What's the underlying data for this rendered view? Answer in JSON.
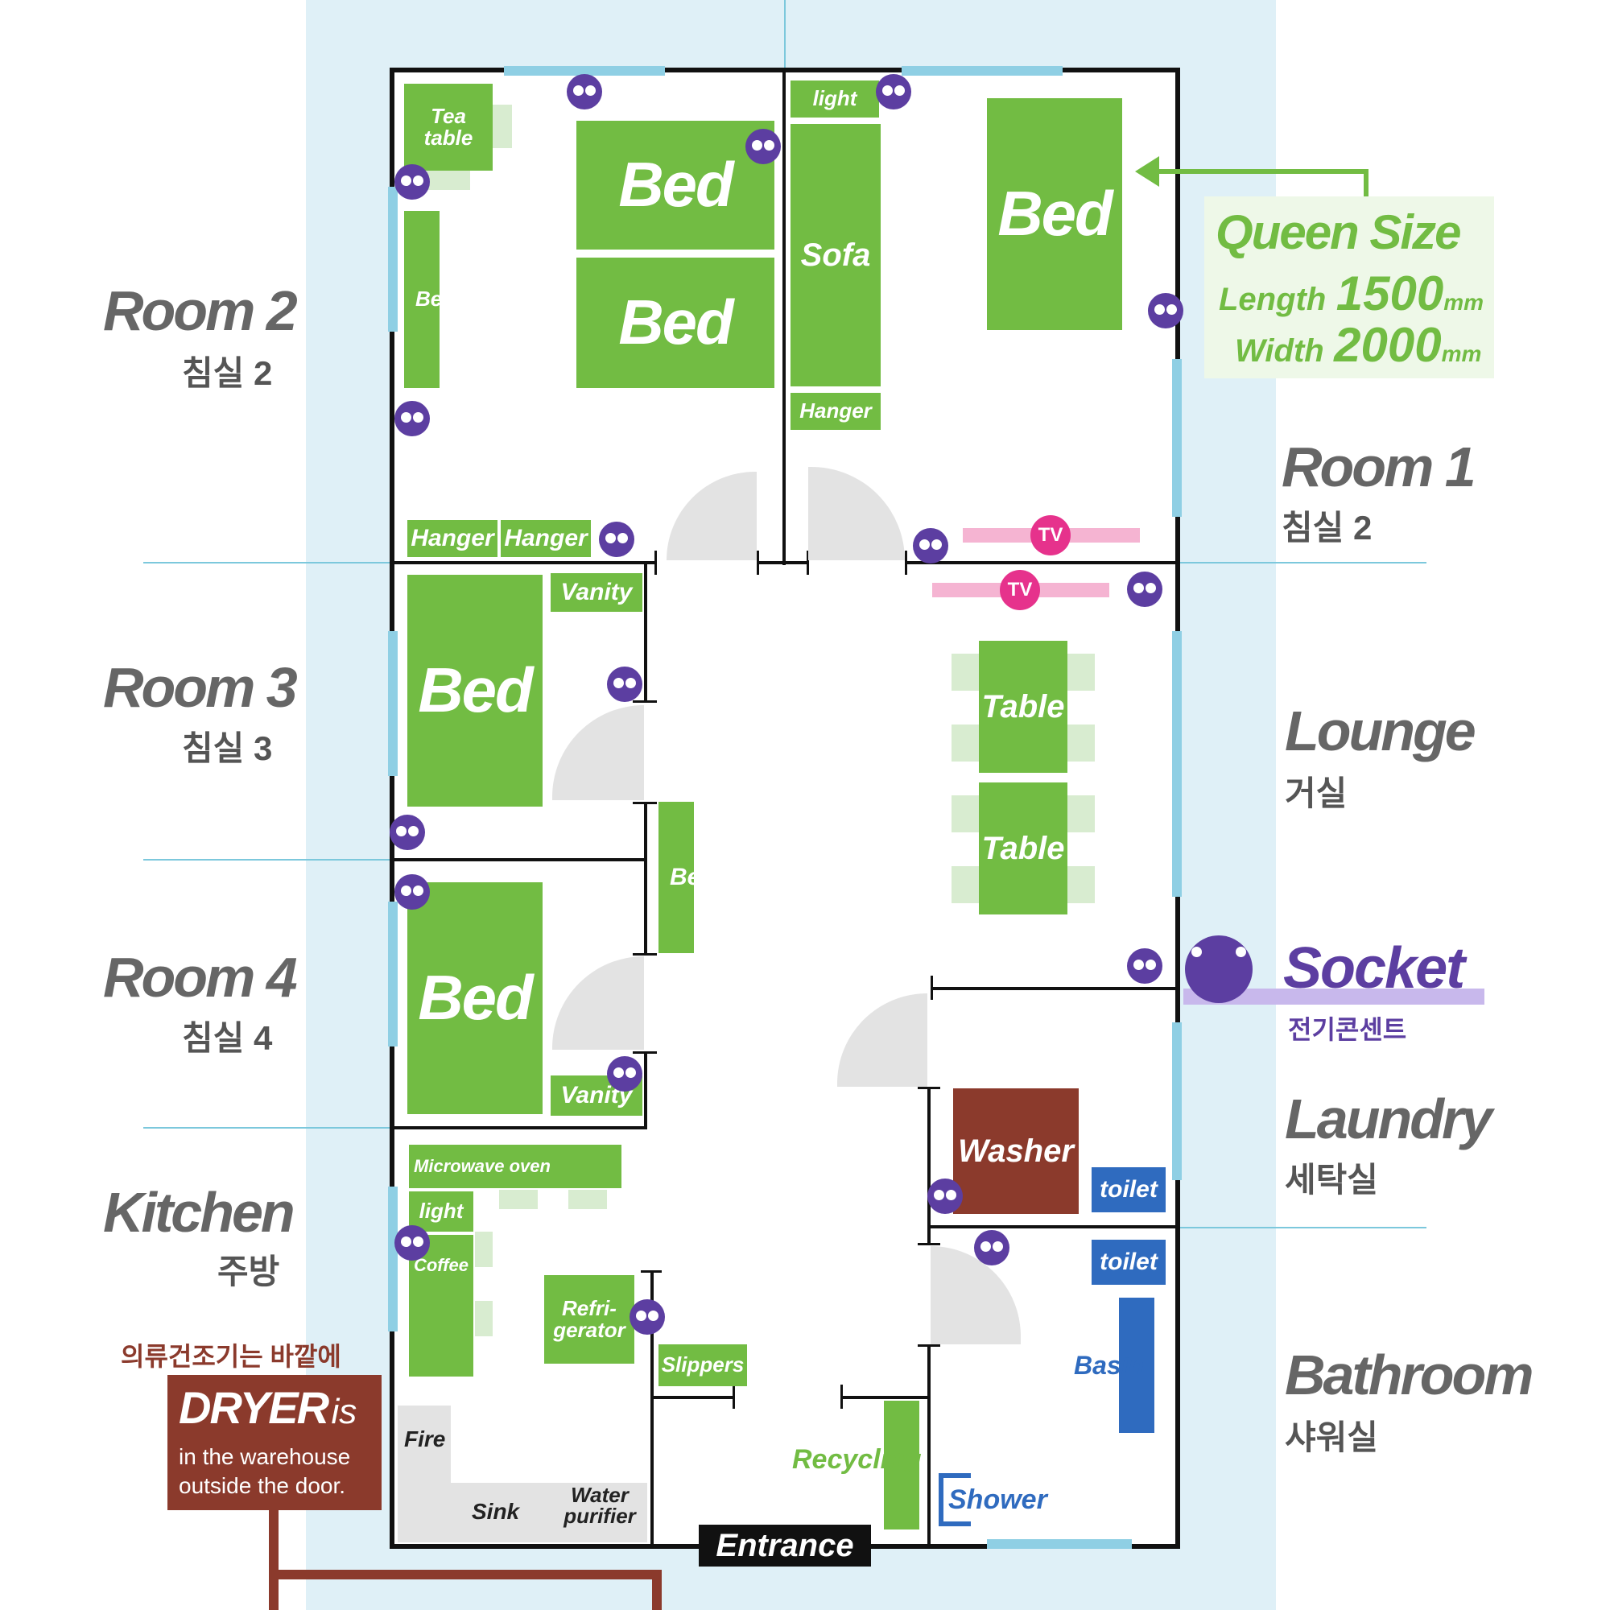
{
  "rooms": {
    "room2": {
      "en": "Room 2",
      "ko": "침실 2"
    },
    "room1": {
      "en": "Room 1",
      "ko": "침실 2"
    },
    "room3": {
      "en": "Room 3",
      "ko": "침실 3"
    },
    "room4": {
      "en": "Room 4",
      "ko": "침실 4"
    },
    "kitchen": {
      "en": "Kitchen",
      "ko": "주방"
    },
    "lounge": {
      "en": "Lounge",
      "ko": "거실"
    },
    "laundry": {
      "en": "Laundry",
      "ko": "세탁실"
    },
    "bathroom": {
      "en": "Bathroom",
      "ko": "샤워실"
    }
  },
  "furniture": {
    "tea_table": "Tea table",
    "bench": "Bench",
    "bed": "Bed",
    "light": "light",
    "sofa": "Sofa",
    "hanger": "Hanger",
    "vanity": "Vanity",
    "table": "Table",
    "microwave": "Microwave oven",
    "coffee": "Coffee",
    "refrigerator": "Refri-\ngerator",
    "slippers": "Slippers",
    "fire": "Fire",
    "sink": "Sink",
    "water_purifier": "Water purifier",
    "recycling": "Recycling",
    "washer": "Washer",
    "toilet": "toilet",
    "basin": "Basin",
    "shower": "Shower",
    "tv": "TV",
    "entrance": "Entrance"
  },
  "queen": {
    "title": "Queen Size",
    "length_label": "Length",
    "length_value": "1500",
    "width_label": "Width",
    "width_value": "2000",
    "unit": "mm"
  },
  "legend": {
    "socket_en": "Socket",
    "socket_ko": "전기콘센트"
  },
  "dryer": {
    "ko": "의류건조기는 바깥에",
    "title": "DRYER",
    "is": "is",
    "line1": "in the warehouse",
    "line2": "outside the door."
  },
  "colors": {
    "furniture": "#72bc43",
    "socket": "#5c3ea1",
    "tv": "#e6328c",
    "bath": "#2f6bbf",
    "washer": "#8b3a2c",
    "dryer": "#8b3a2c"
  }
}
